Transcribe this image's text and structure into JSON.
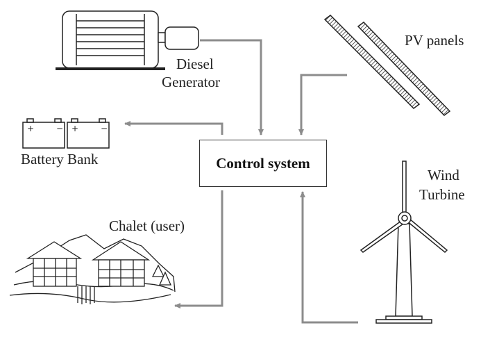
{
  "control": {
    "label": "Control system"
  },
  "components": {
    "diesel_line1": "Diesel",
    "diesel_line2": "Generator",
    "pv": "PV panels",
    "battery": "Battery Bank",
    "wind_line1": "Wind",
    "wind_line2": "Turbine",
    "chalet": "Chalet (user)"
  },
  "colors": {
    "arrow": "#8c8c8c",
    "stroke": "#222222"
  }
}
